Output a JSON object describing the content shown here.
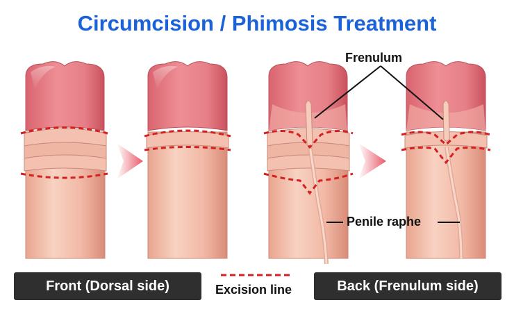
{
  "title": "Circumcision / Phimosis Treatment",
  "labels": {
    "frenulum": "Frenulum",
    "penile_raphe": "Penile raphe",
    "excision_line": "Excision line"
  },
  "panels": {
    "front": "Front (Dorsal side)",
    "back": "Back (Frenulum side)"
  },
  "colors": {
    "title": "#1b62d8",
    "excision_line": "#d42020",
    "panel_bg": "#2f2f2f",
    "arrow": "#e85a6a"
  }
}
